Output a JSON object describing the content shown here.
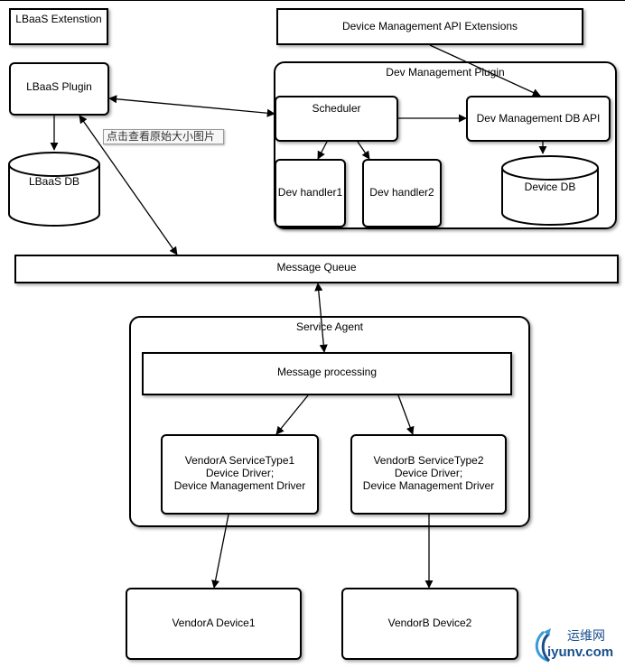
{
  "lbaas_extension": "LBaaS Extenstion",
  "device_mgmt_api_extensions": "Device Management API Extensions",
  "lbaas_plugin": "LBaaS Plugin",
  "lbaas_db": "LBaaS DB",
  "dev_mgmt_plugin": "Dev Management Plugin",
  "scheduler": "Scheduler",
  "dev_mgmt_db_api": "Dev Management DB API",
  "dev_handler1": "Dev handler1",
  "dev_handler2": "Dev handler2",
  "device_db": "Device DB",
  "tooltip": "点击查看原始大小图片",
  "message_queue": "Message Queue",
  "service_agent": "Service Agent",
  "message_processing": "Message processing",
  "vendor_a_driver": [
    "VendorA ServiceType1",
    "Device Driver;",
    "Device Management Driver"
  ],
  "vendor_b_driver": [
    "VendorB ServiceType2",
    "Device Driver;",
    "Device Management Driver"
  ],
  "vendor_a_device": "VendorA Device1",
  "vendor_b_device": "VendorB Device2",
  "watermark": {
    "cn": "运维网",
    "domain": "iyunv.com"
  },
  "colors": {
    "line": "#000000",
    "watermark": "#1a4f8c"
  }
}
